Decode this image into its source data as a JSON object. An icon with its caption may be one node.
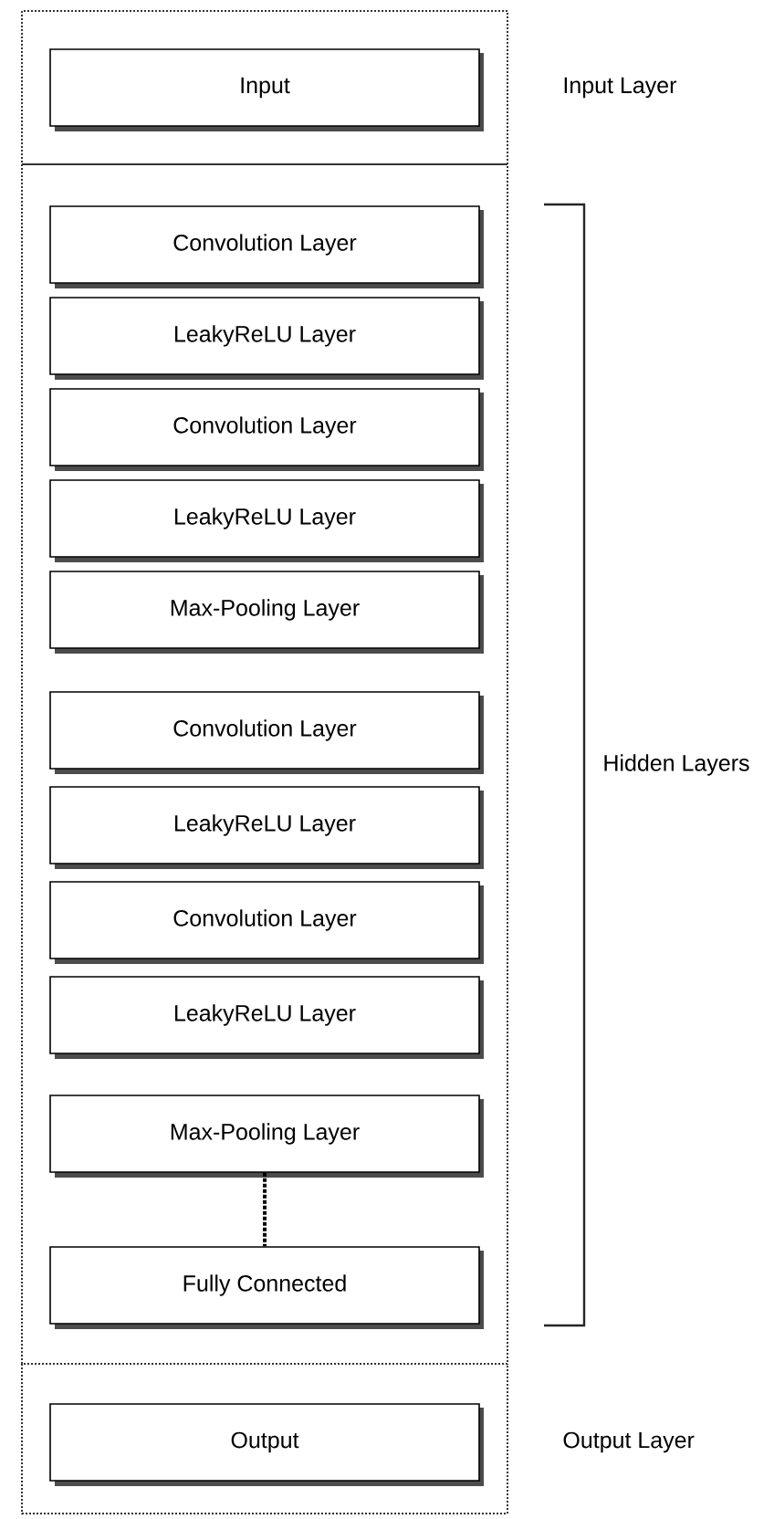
{
  "diagram": {
    "nodes": [
      {
        "text": [
          "Input Layer"
        ]
      },
      {
        "text": [
          "Input"
        ],
        "in": 0
      },
      {
        "text": [
          "Hidden Layers"
        ]
      },
      {
        "text": [
          "Convolution Layer"
        ],
        "in": 2
      },
      {
        "text": [
          "LeakyReLU Layer"
        ],
        "in": 2
      },
      {
        "text": [
          "Convolution Layer"
        ],
        "in": 2
      },
      {
        "text": [
          "LeakyReLU Layer"
        ],
        "in": 2
      },
      {
        "text": [
          "Max-Pooling Layer"
        ],
        "in": 2
      },
      {
        "text": [
          "Convolution Layer"
        ],
        "in": 2
      },
      {
        "text": [
          "LeakyReLU Layer"
        ],
        "in": 2
      },
      {
        "text": [
          "Convolution Layer"
        ],
        "in": 2
      },
      {
        "text": [
          "LeakyReLU Layer"
        ],
        "in": 2
      },
      {
        "text": [
          "Max-Pooling Layer"
        ],
        "in": 2
      },
      {
        "text": [
          "Fully Connected"
        ],
        "in": 2
      },
      {
        "text": [
          "Output Layer"
        ]
      },
      {
        "text": [
          "Output"
        ],
        "in": 14
      }
    ],
    "edges": [
      {
        "from": 12,
        "to": 13,
        "arrow": "none",
        "style": "dashed"
      }
    ]
  }
}
